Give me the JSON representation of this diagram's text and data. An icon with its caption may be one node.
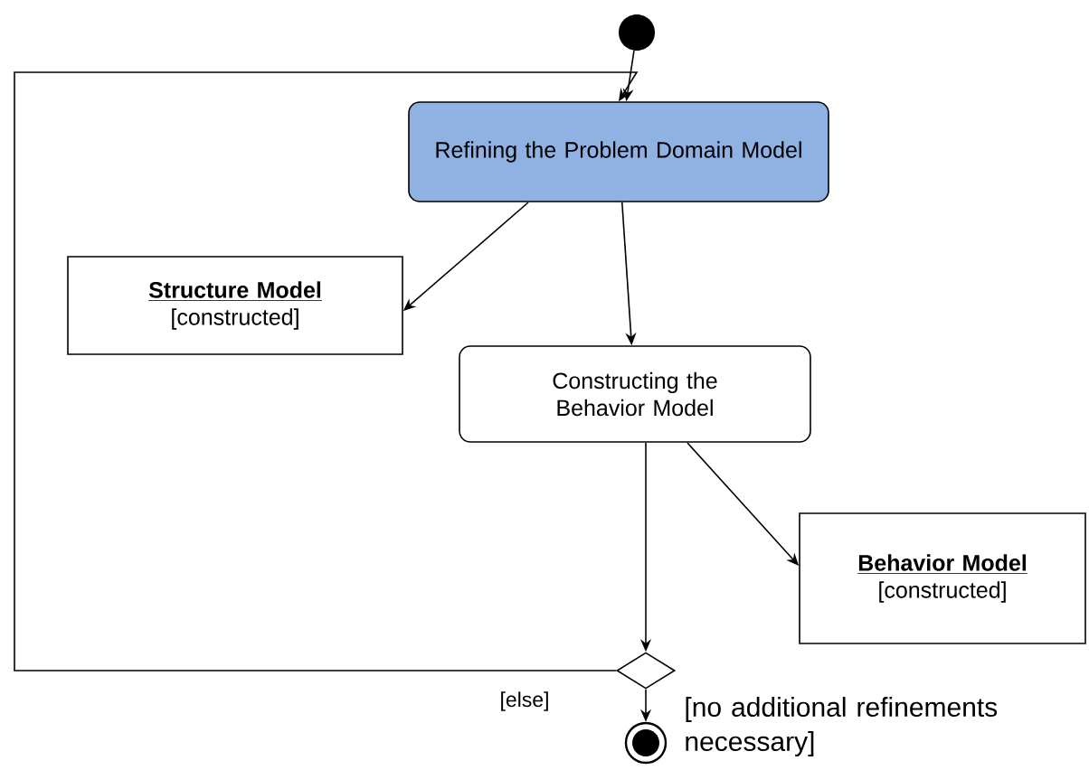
{
  "diagram": {
    "nodes": [
      {
        "text": [],
        "shape": "circle"
      },
      {
        "text": [
          "Refining the Problem Domain Model"
        ]
      },
      {
        "text": [
          "Structure Model",
          "[constructed]"
        ]
      },
      {
        "text": [
          "Constructing the Behavior Model"
        ]
      },
      {
        "text": [
          "Behavior Model",
          "[constructed]"
        ]
      },
      {
        "text": [],
        "shape": "diamond"
      },
      {
        "text": [],
        "shape": "circle"
      }
    ],
    "edges": [
      {
        "from": 0,
        "to": 1,
        "arrow": "to"
      },
      {
        "from": 1,
        "to": 2,
        "arrow": "to"
      },
      {
        "from": 1,
        "to": 3,
        "arrow": "to"
      },
      {
        "from": 3,
        "to": 4,
        "arrow": "to"
      },
      {
        "from": 3,
        "to": 5,
        "arrow": "to"
      },
      {
        "from": 5,
        "to": 1,
        "arrow": "to",
        "label": "[else]"
      },
      {
        "from": 5,
        "to": 6,
        "arrow": "to",
        "label": "[no additional refinements necessary]"
      }
    ]
  }
}
